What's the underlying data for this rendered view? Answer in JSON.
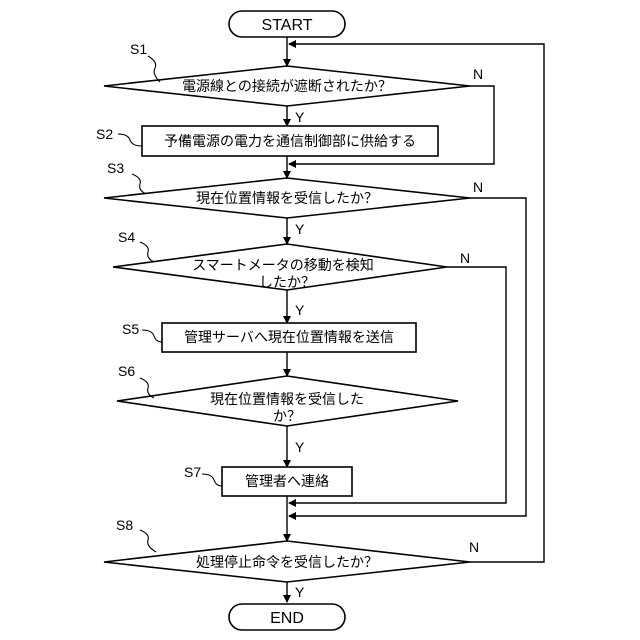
{
  "start": "START",
  "end": "END",
  "yes": "Y",
  "no": "N",
  "steps": {
    "s1": {
      "id": "S1",
      "line1": "電源線との接続が遮断されたか？",
      "line2": ""
    },
    "s2": {
      "id": "S2",
      "line1": "予備電源の電力を通信制御部に供給する",
      "line2": ""
    },
    "s3": {
      "id": "S3",
      "line1": "現在位置情報を受信したか？",
      "line2": ""
    },
    "s4": {
      "id": "S4",
      "line1": "スマートメータの移動を検知",
      "line2": "したか？"
    },
    "s5": {
      "id": "S5",
      "line1": "管理サーバへ現在位置情報を送信",
      "line2": ""
    },
    "s6": {
      "id": "S6",
      "line1": "現在位置情報を受信した",
      "line2": "か？"
    },
    "s7": {
      "id": "S7",
      "line1": "管理者へ連絡",
      "line2": ""
    },
    "s8": {
      "id": "S8",
      "line1": "処理停止命令を受信したか？",
      "line2": ""
    }
  }
}
